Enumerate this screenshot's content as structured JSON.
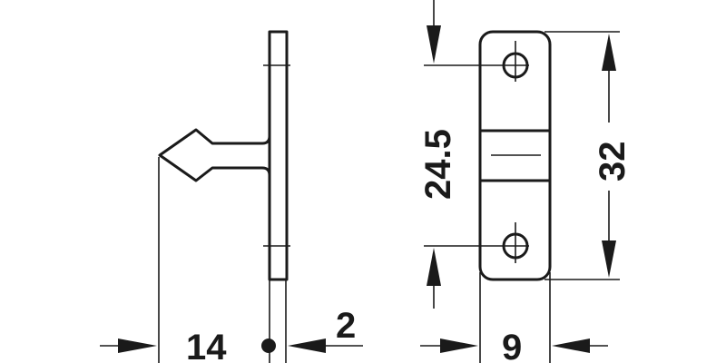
{
  "drawing": {
    "side_view": {
      "dimensions": {
        "depth": "14",
        "thickness": "2"
      }
    },
    "front_view": {
      "dimensions": {
        "hole_spacing": "24.5",
        "height": "32",
        "width": "9"
      }
    },
    "colors": {
      "line": "#1a1a1a",
      "background": "#ffffff"
    }
  }
}
